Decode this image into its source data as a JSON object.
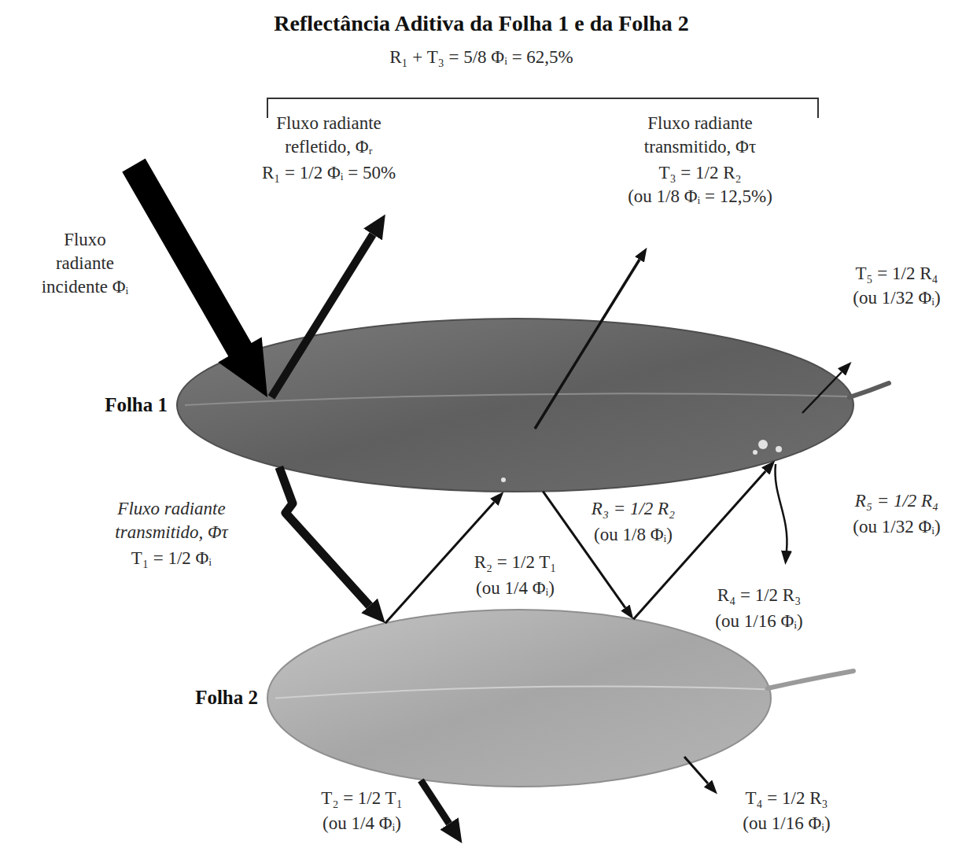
{
  "diagram": {
    "title": "Reflectância Aditiva da Folha 1 e da Folha 2",
    "nodes": [
      {
        "text": [
          "Folha 1"
        ]
      },
      {
        "text": [
          "Folha 2"
        ]
      }
    ],
    "edges": [
      {
        "from": 0,
        "to": 1,
        "arrow": "to",
        "label": "T₁ = 1/2 Φᵢ"
      },
      {
        "from": 1,
        "to": 0,
        "arrow": "to",
        "label": "R₂ = 1/2 T₁"
      },
      {
        "from": 0,
        "to": 1,
        "arrow": "to",
        "label": "R₃ = 1/2 R₂"
      },
      {
        "from": 1,
        "to": 0,
        "arrow": "to",
        "label": "R₄ = 1/2 R₃"
      }
    ],
    "labels": [
      "R₁ + T₃ = 5/8 Φᵢ = 62,5%",
      "Fluxo radiante refletido, Φᵣ",
      "R₁ = 1/2 Φᵢ = 50%",
      "Fluxo radiante transmitido, Φτ",
      "T₃ = 1/2 R₂",
      "(ou 1/8 Φᵢ = 12,5%)",
      "Fluxo radiante incidente Φᵢ",
      "T₅ = 1/2 R₄",
      "(ou 1/32 Φᵢ)",
      "Fluxo radiante transmitido, Φτ",
      "(ou 1/4 Φᵢ)",
      "(ou 1/8 Φᵢ)",
      "R₅ = 1/2 R₄",
      "(ou 1/32 Φᵢ)",
      "(ou 1/16 Φᵢ)",
      "T₂ = 1/2 T₁",
      "(ou 1/4 Φᵢ)",
      "T₄ = 1/2 R₃",
      "(ou 1/16 Φᵢ)"
    ]
  }
}
